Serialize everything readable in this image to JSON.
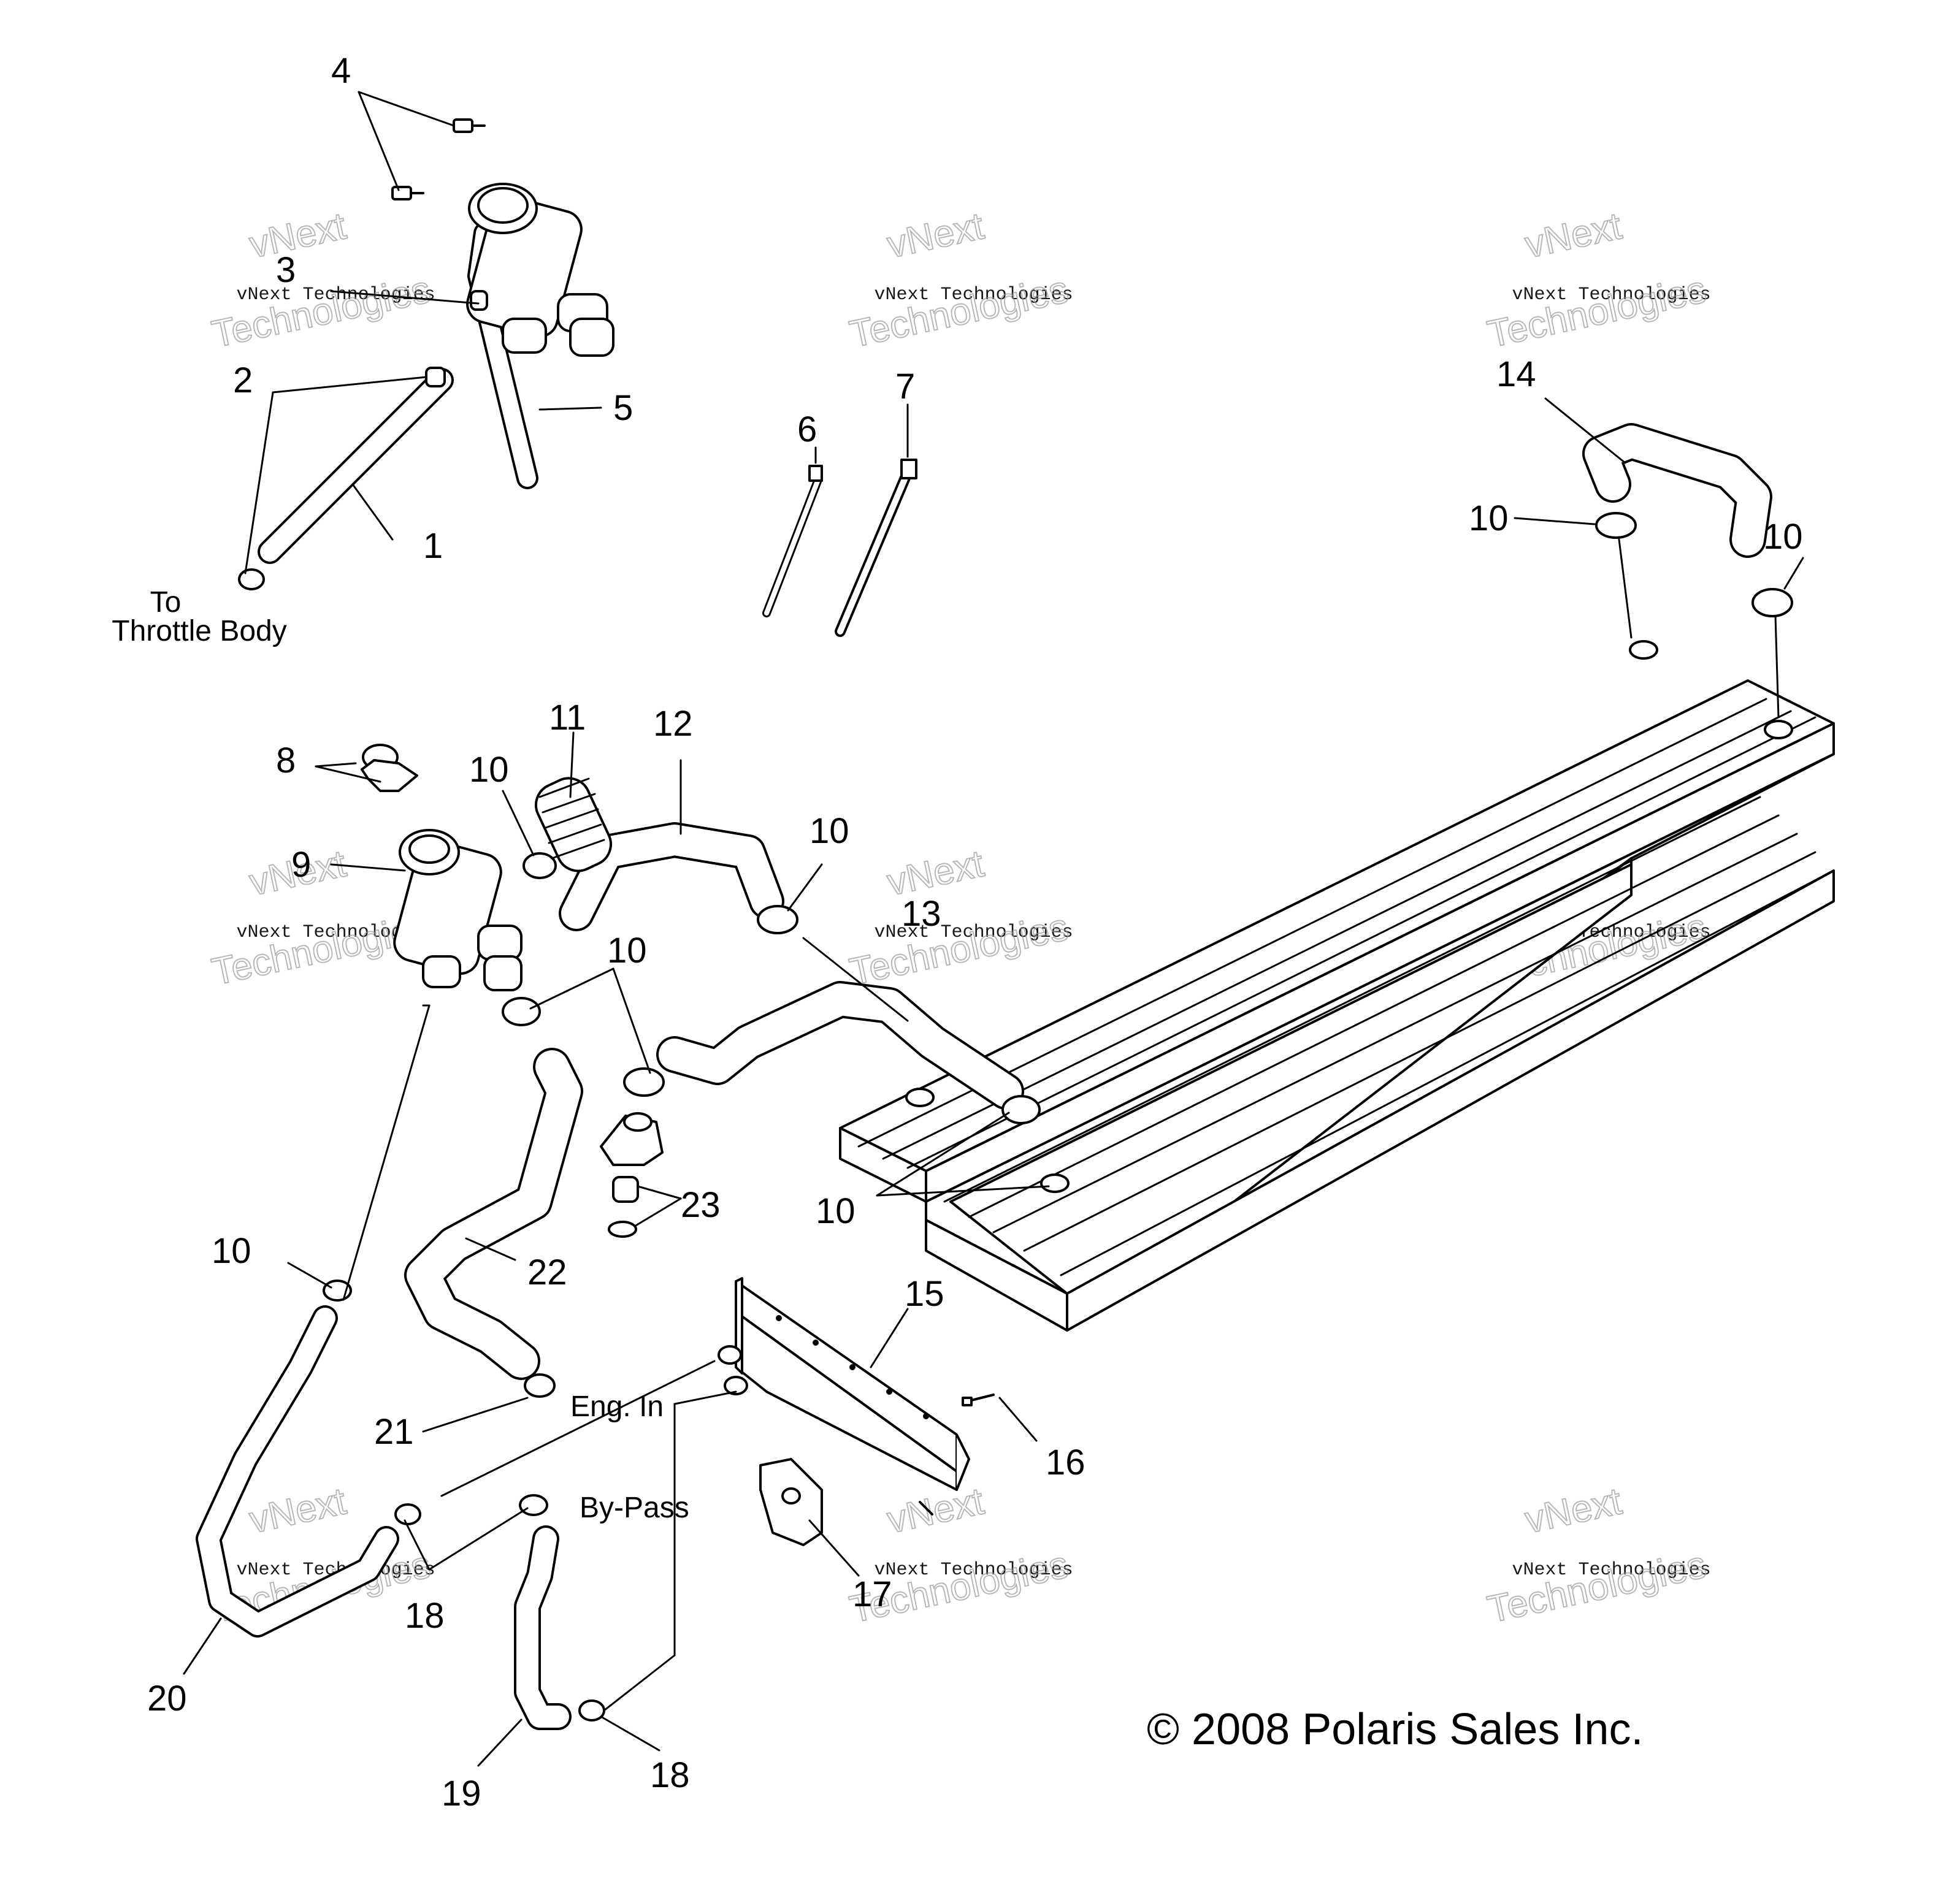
{
  "callouts": [
    "1",
    "2",
    "3",
    "4",
    "5",
    "6",
    "7",
    "8",
    "9",
    "10",
    "11",
    "12",
    "13",
    "14",
    "15",
    "16",
    "17",
    "18",
    "19",
    "20",
    "21",
    "22",
    "23"
  ],
  "labels": {
    "throttle_body_line1": "To",
    "throttle_body_line2": "Throttle Body",
    "eng_in": "Eng. In",
    "by_pass": "By-Pass"
  },
  "copyright": "© 2008 Polaris Sales Inc.",
  "watermark": {
    "line1": "vNext Technologies",
    "line2": "vNext",
    "line3": "Technologies"
  }
}
